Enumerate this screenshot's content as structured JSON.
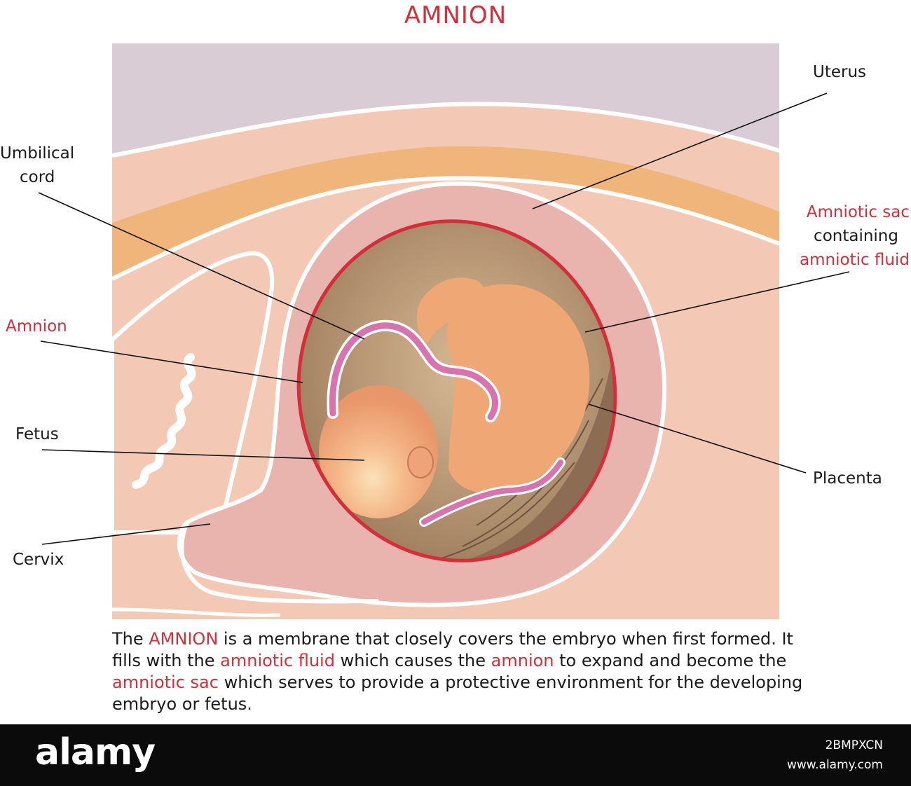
{
  "title": "AMNION",
  "labels": {
    "uterus": "Uterus",
    "umbilical_cord_line1": "Umbilical",
    "umbilical_cord_line2": "cord",
    "amniotic_sac_line1": "Amniotic sac",
    "amniotic_sac_line2": "containing",
    "amniotic_sac_line3": "amniotic fluid",
    "amnion": "Amnion",
    "fetus": "Fetus",
    "placenta": "Placenta",
    "cervix": "Cervix"
  },
  "caption": {
    "p1": "The ",
    "h1": "AMNION",
    "p2": " is a membrane that closely covers the embryo when first formed. It fills with the ",
    "h2": "amniotic fluid",
    "p3": " which causes the ",
    "h3": "amnion",
    "p4": " to expand and become the ",
    "h4": "amniotic sac",
    "p5": " which serves to provide a protective environment for the developing embryo or fetus."
  },
  "footer": {
    "brand": "alamy",
    "image_id": "2BMPXCN",
    "url": "www.alamy.com"
  },
  "colors": {
    "accent_red": "#d42e3a",
    "background_purple": "#d9ccd4",
    "tissue_peach": "#f3c9b6",
    "uterus_pink": "#e9b3ae",
    "fat_layer": "#efb57a",
    "fluid": "#c3a283",
    "fetus_skin": "#f3b07e"
  }
}
